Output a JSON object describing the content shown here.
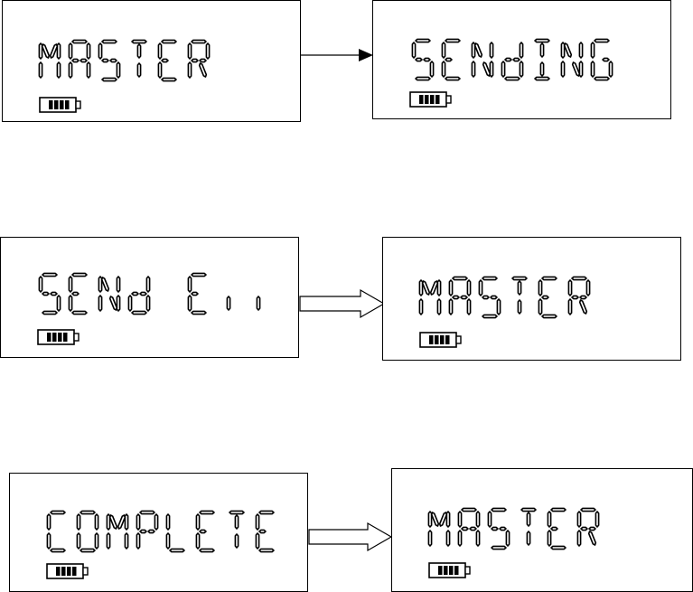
{
  "screens": [
    {
      "text": "MASTER"
    },
    {
      "text": "SENdING"
    },
    {
      "text": "SENd Err"
    },
    {
      "text": "MASTER"
    },
    {
      "text": "COMPLETE"
    },
    {
      "text": "MASTER"
    }
  ],
  "battery": {
    "bars": 4,
    "max_bars": 4
  },
  "arrows": [
    "line-arrow",
    "block-arrow",
    "block-arrow"
  ]
}
